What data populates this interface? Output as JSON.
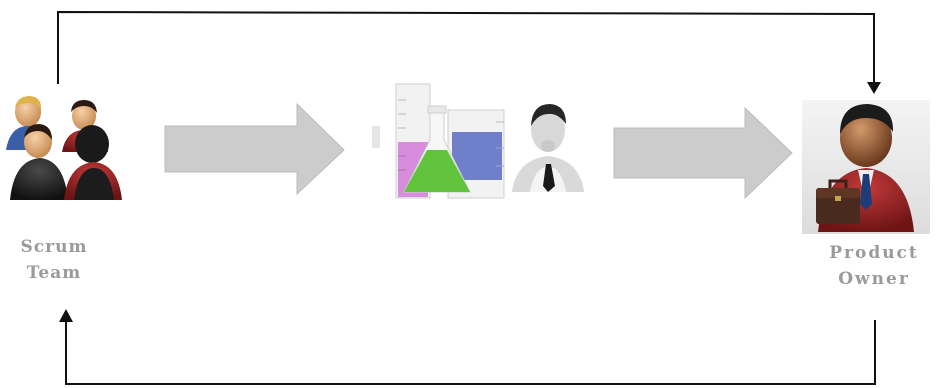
{
  "nodes": {
    "scrum_team": {
      "line1": "Scrum",
      "line2": "Team",
      "icon": "team-group-icon"
    },
    "testing": {
      "icons": [
        "lab-flask-icon",
        "tester-person-icon"
      ]
    },
    "product_owner": {
      "line1": "Product",
      "line2": "Owner",
      "icon": "businessman-briefcase-icon"
    }
  },
  "colors": {
    "arrow_fill": "#cccccc",
    "arrow_stroke": "#bbbbbb",
    "line": "#111111",
    "label": "#9a9a9a"
  }
}
